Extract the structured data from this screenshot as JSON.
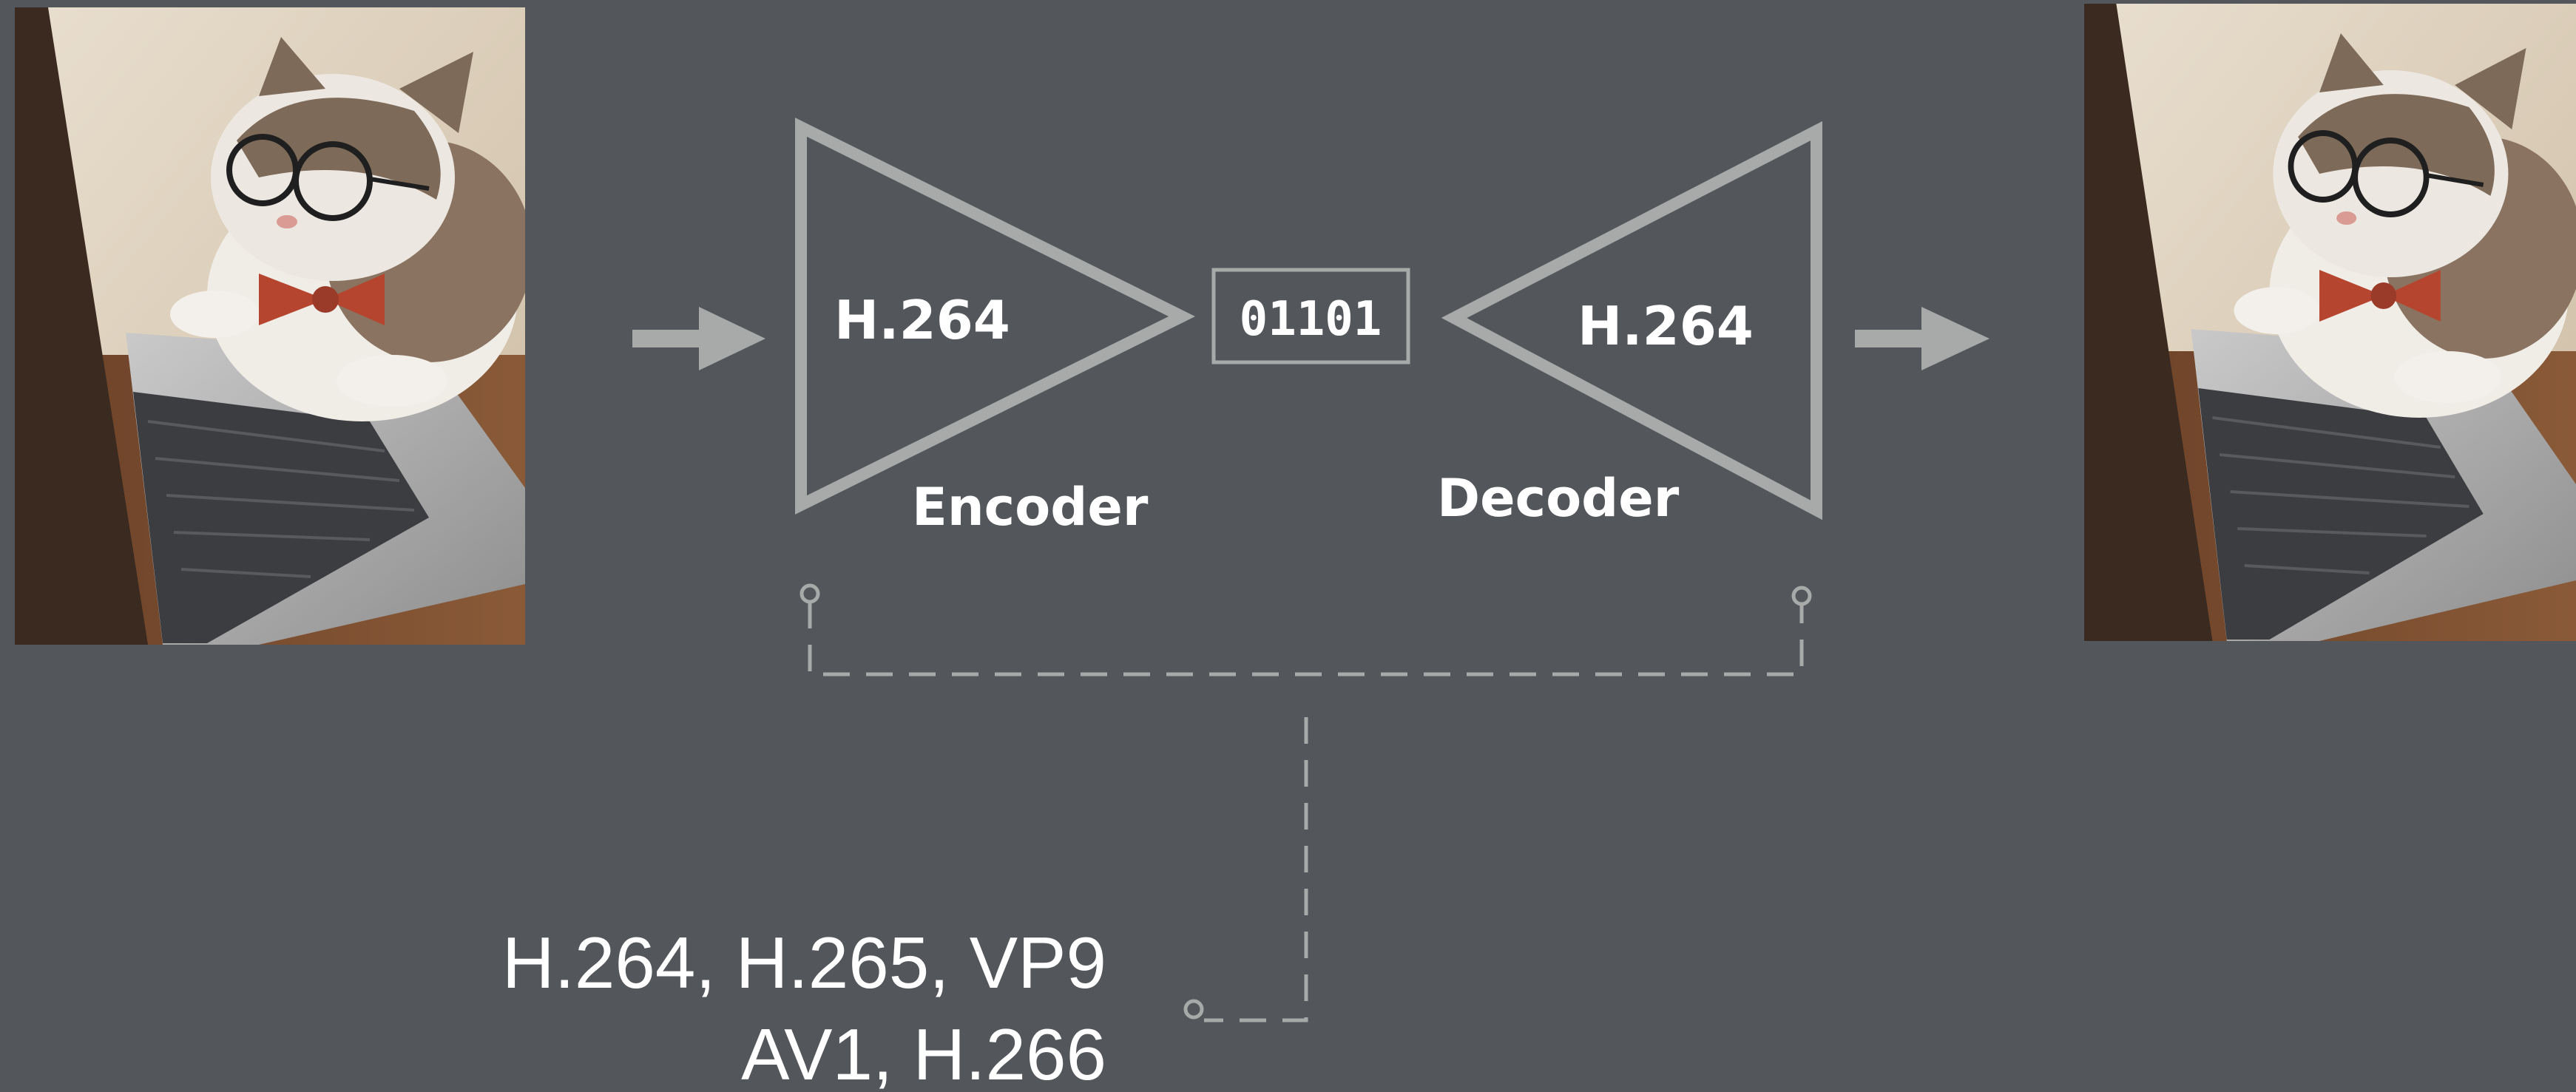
{
  "encoder": {
    "codec_label": "H.264",
    "name_label": "Encoder"
  },
  "bitstream": {
    "label": "01101"
  },
  "decoder": {
    "codec_label": "H.264",
    "name_label": "Decoder"
  },
  "codec_list": {
    "line1": "H.264, H.265, VP9",
    "line2": "AV1, H.266"
  },
  "images": {
    "input": "cat-with-glasses-at-laptop",
    "output": "cat-with-glasses-at-laptop"
  },
  "colors": {
    "background": "#53565b",
    "stroke": "#a7aaa8",
    "text": "#ffffff"
  }
}
